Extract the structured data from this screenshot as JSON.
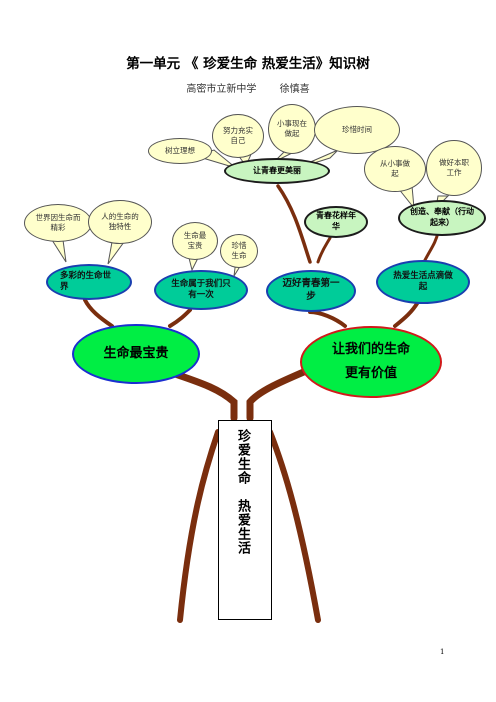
{
  "header": {
    "title": "第一单元  《 珍爱生命   热爱生活》知识树",
    "school": "高密市立新中学",
    "author": "徐慎喜"
  },
  "trunk": {
    "line1": "珍爱生命",
    "line2": "热爱生活"
  },
  "main_branches": {
    "left": "生命最宝贵",
    "right_line1": "让我们的生命",
    "right_line2": "更有价值"
  },
  "sub_branches": {
    "colorful": "多彩的生命世界",
    "once": "生命属于我们只有一次",
    "youth": "迈好青春第一步",
    "love_life": "热爱生活点滴做起"
  },
  "leaves": {
    "world": "世界因生命而精彩",
    "unique": "人的生命的独特性",
    "precious": "生命最宝贵",
    "cherish": "珍惜生命",
    "youth_flower": "青春花样年华",
    "create": "创造、奉献（行动起来）",
    "beautiful": "让青春更美丽",
    "ideal": "树立理想",
    "enrich": "努力充实自己",
    "small": "小事现在做起",
    "time": "珍惜时间",
    "from_small": "从小事做起",
    "job": "做好本职工作"
  },
  "footer": {
    "page_number": "1"
  }
}
